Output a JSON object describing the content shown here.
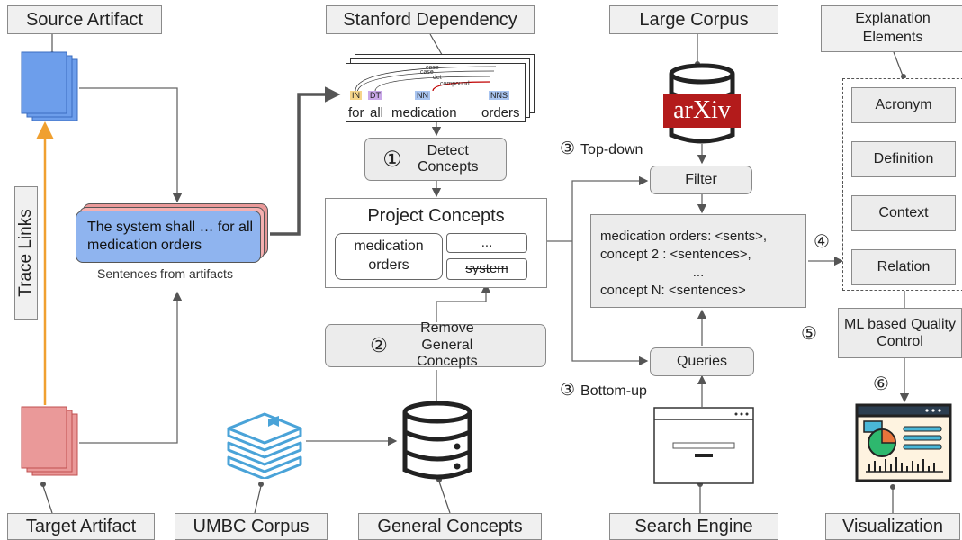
{
  "artifacts": {
    "source": "Source  Artifact",
    "target": "Target Artifact",
    "trace_links": "Trace Links"
  },
  "sentences": {
    "text": "The system shall … for all medication orders",
    "caption": "Sentences from artifacts"
  },
  "parse": {
    "title": "Stanford Dependency",
    "arcs": [
      "case",
      "case",
      "det",
      "compound"
    ],
    "tags": [
      "IN",
      "DT",
      "NN",
      "NNS"
    ],
    "words": [
      "for",
      "all",
      "medication",
      "orders"
    ]
  },
  "steps": {
    "detect": {
      "num": "①",
      "label": "Detect Concepts"
    },
    "remove": {
      "num": "②",
      "label": "Remove General Concepts"
    },
    "topdown": {
      "num": "③",
      "label": "Top-down"
    },
    "bottomup": {
      "num": "③",
      "label": "Bottom-up"
    },
    "four": "④",
    "five": "⑤",
    "six": "⑥"
  },
  "project": {
    "title": "Project Concepts",
    "item1": "medication orders",
    "item2": "...",
    "item3": "system"
  },
  "corpora": {
    "umbc": "UMBC Corpus",
    "general": "General Concepts",
    "large": "Large Corpus",
    "arxiv": "arXiv",
    "search": "Search Engine"
  },
  "retrieval": {
    "filter": "Filter",
    "queries": "Queries",
    "lines": [
      "medication orders: <sents>,",
      "concept 2 : <sentences>,",
      "...",
      "concept N: <sentences>"
    ]
  },
  "explanation": {
    "title": "Explanation Elements",
    "items": [
      "Acronym",
      "Definition",
      "Context",
      "Relation"
    ]
  },
  "ml": "ML based Quality Control",
  "viz": "Visualization",
  "colors": {
    "blue": "#6d9eeb",
    "pink": "#ea9999",
    "orange": "#f0a030",
    "arxiv_red": "#b31b1b",
    "box_gray": "#ececec"
  }
}
